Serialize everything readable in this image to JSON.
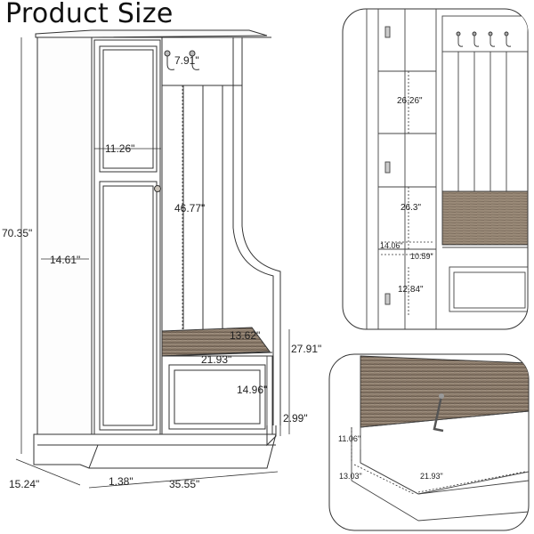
{
  "title": "Product Size",
  "main_dims": {
    "hook_spacing": "7.91\"",
    "door_width": "11.26\"",
    "hanging_height": "46.77\"",
    "overall_height": "70.35\"",
    "side_depth": "14.61\"",
    "bench_depth": "13.62\"",
    "bench_width": "21.93\"",
    "bench_total_height": "27.91\"",
    "bench_box_height": "14.96\"",
    "base_height": "2.99\"",
    "depth": "15.24\"",
    "base_offset": "1.38\"",
    "overall_width": "35.55\""
  },
  "interior_detail": {
    "upper_shelf": "26.26\"",
    "lower_shelf": "26.3\"",
    "shelf_depth": "14.06\"",
    "shelf_width": "10.59\"",
    "bottom_shelf": "12.84\""
  },
  "bench_detail": {
    "lid_height": "11.06\"",
    "box_depth": "13.03\"",
    "box_width": "21.93\""
  }
}
